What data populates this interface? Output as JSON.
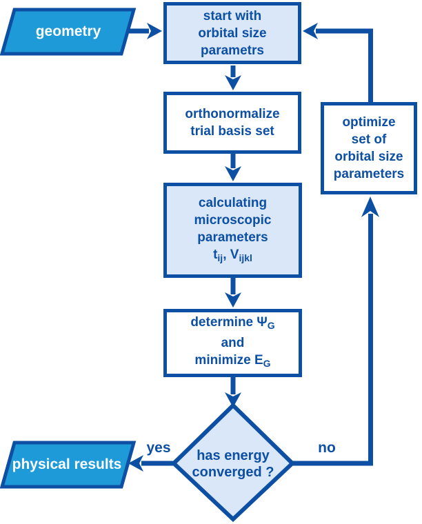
{
  "diagram": {
    "type": "flowchart",
    "colors": {
      "line_and_text": "#0d4fa2",
      "io_fill": "#1f9ad8",
      "highlight_fill": "#d9e7f8",
      "process_fill": "#ffffff"
    },
    "nodes": {
      "geometry": {
        "shape": "parallelogram",
        "label": "geometry"
      },
      "start": {
        "shape": "process",
        "text": "start with\norbital size\nparametrs"
      },
      "orthonormalize": {
        "shape": "process",
        "text": "orthonormalize\ntrial basis set"
      },
      "calculate": {
        "shape": "process",
        "text": "calculating\nmicroscopic\nparameters",
        "formula": {
          "t_base": "t",
          "t_sub": "ij",
          "mid": ", V",
          "v_sub": "ijkl"
        }
      },
      "determine": {
        "shape": "process",
        "line1_base": "determine Ψ",
        "line1_sub": "G",
        "line2": "and",
        "line3_base": "minimize E",
        "line3_sub": "G"
      },
      "decision": {
        "shape": "diamond",
        "text": "has energy\nconverged ?"
      },
      "physical": {
        "shape": "parallelogram",
        "label": "physical results"
      },
      "optimize": {
        "shape": "process",
        "text": "optimize\nset of\norbital size\nparameters"
      }
    },
    "edge_labels": {
      "yes": "yes",
      "no": "no"
    }
  }
}
